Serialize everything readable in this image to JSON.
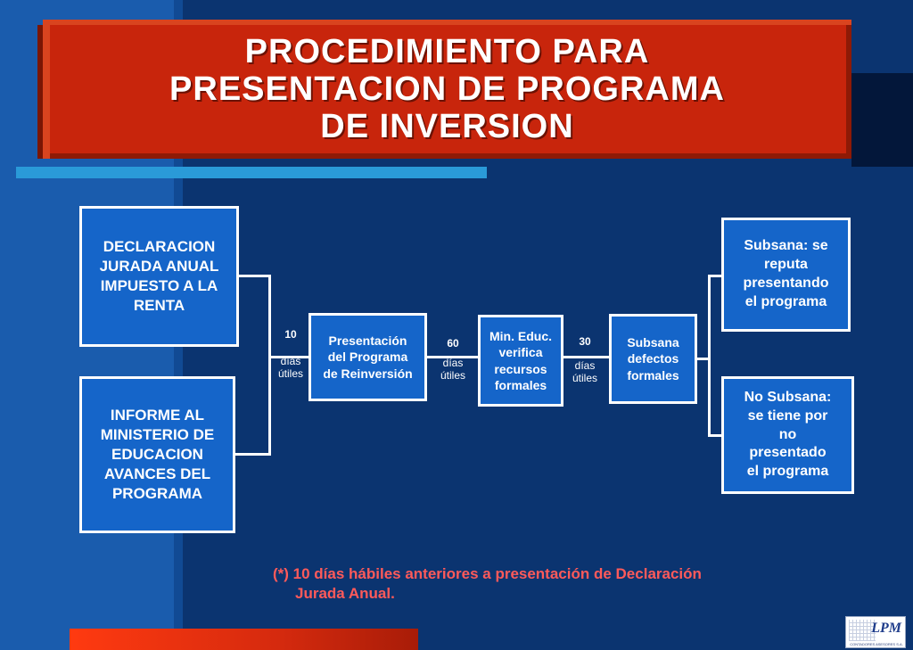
{
  "title": {
    "line1": "PROCEDIMIENTO PARA",
    "line2": "PRESENTACION DE PROGRAMA",
    "line3": "DE INVERSION"
  },
  "boxes": {
    "declaracion": "DECLARACION\nJURADA ANUAL\nIMPUESTO A LA\nRENTA",
    "informe": "INFORME AL\nMINISTERIO DE\nEDUCACION\nAVANCES DEL\nPROGRAMA",
    "presentacion": "Presentación\ndel Programa\nde Reinversión",
    "min_educ": "Min. Educ.\nverifica\nrecursos\nformales",
    "subsana_defectos": "Subsana\ndefectos\nformales",
    "subsana_ok": "Subsana: se\nreputa\npresentando\nel programa",
    "no_subsana": "No Subsana:\nse tiene por\nno\npresentado\nel programa"
  },
  "intervals": [
    {
      "number": "10",
      "unit": "días\nútiles"
    },
    {
      "number": "60",
      "unit": "días\nútiles"
    },
    {
      "number": "30",
      "unit": "días\nútiles"
    }
  ],
  "footnote": {
    "line1": "(*) 10 días hábiles anteriores a presentación de Declaración",
    "line2": "Jurada Anual."
  },
  "logo": {
    "text": "LPM",
    "subtext": "CONTADORES ASESORES S.A."
  },
  "colors": {
    "background": "#0b3470",
    "box_fill": "#1565c9",
    "title_banner": "#c8250c",
    "footnote_text": "#ff5a5a"
  }
}
